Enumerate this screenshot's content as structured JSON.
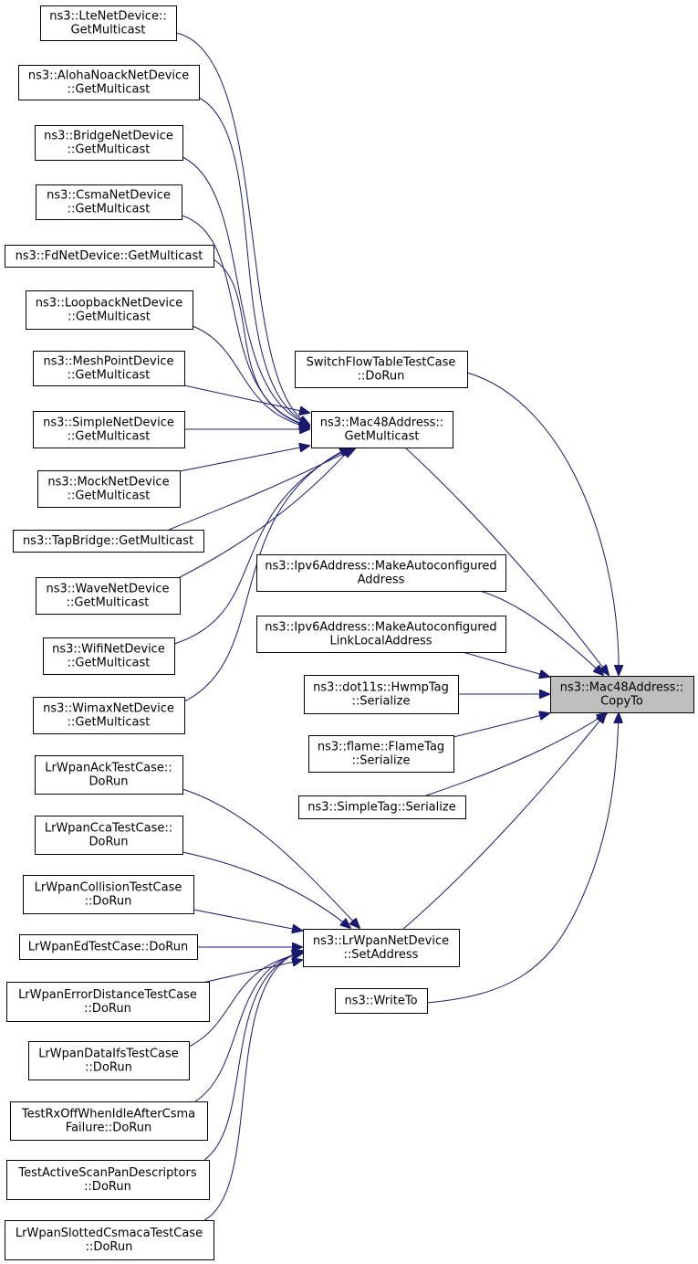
{
  "graph": {
    "focus": {
      "id": "copyto",
      "lines": [
        "ns3::Mac48Address::",
        "CopyTo"
      ]
    },
    "nodes": [
      {
        "id": "lte",
        "lines": [
          "ns3::LteNetDevice::",
          "GetMulticast"
        ]
      },
      {
        "id": "aloha",
        "lines": [
          "ns3::AlohaNoackNetDevice",
          "::GetMulticast"
        ]
      },
      {
        "id": "bridge",
        "lines": [
          "ns3::BridgeNetDevice",
          "::GetMulticast"
        ]
      },
      {
        "id": "csma",
        "lines": [
          "ns3::CsmaNetDevice",
          "::GetMulticast"
        ]
      },
      {
        "id": "fd",
        "lines": [
          "ns3::FdNetDevice::GetMulticast"
        ]
      },
      {
        "id": "loopback",
        "lines": [
          "ns3::LoopbackNetDevice",
          "::GetMulticast"
        ]
      },
      {
        "id": "meshpoint",
        "lines": [
          "ns3::MeshPointDevice",
          "::GetMulticast"
        ]
      },
      {
        "id": "simple",
        "lines": [
          "ns3::SimpleNetDevice",
          "::GetMulticast"
        ]
      },
      {
        "id": "mock",
        "lines": [
          "ns3::MockNetDevice",
          "::GetMulticast"
        ]
      },
      {
        "id": "tapbridge",
        "lines": [
          "ns3::TapBridge::GetMulticast"
        ]
      },
      {
        "id": "wave",
        "lines": [
          "ns3::WaveNetDevice",
          "::GetMulticast"
        ]
      },
      {
        "id": "wifi",
        "lines": [
          "ns3::WifiNetDevice",
          "::GetMulticast"
        ]
      },
      {
        "id": "wimax",
        "lines": [
          "ns3::WimaxNetDevice",
          "::GetMulticast"
        ]
      },
      {
        "id": "mac48getmc",
        "lines": [
          "ns3::Mac48Address::",
          "GetMulticast"
        ]
      },
      {
        "id": "switchflow",
        "lines": [
          "SwitchFlowTableTestCase",
          "::DoRun"
        ]
      },
      {
        "id": "ipv6auto",
        "lines": [
          "ns3::Ipv6Address::MakeAutoconfigured",
          "Address"
        ]
      },
      {
        "id": "ipv6linklocal",
        "lines": [
          "ns3::Ipv6Address::MakeAutoconfigured",
          "LinkLocalAddress"
        ]
      },
      {
        "id": "hwmp",
        "lines": [
          "ns3::dot11s::HwmpTag",
          "::Serialize"
        ]
      },
      {
        "id": "flame",
        "lines": [
          "ns3::flame::FlameTag",
          "::Serialize"
        ]
      },
      {
        "id": "simpletag",
        "lines": [
          "ns3::SimpleTag::Serialize"
        ]
      },
      {
        "id": "ack",
        "lines": [
          "LrWpanAckTestCase::",
          "DoRun"
        ]
      },
      {
        "id": "cca",
        "lines": [
          "LrWpanCcaTestCase::",
          "DoRun"
        ]
      },
      {
        "id": "collision",
        "lines": [
          "LrWpanCollisionTestCase",
          "::DoRun"
        ]
      },
      {
        "id": "ed",
        "lines": [
          "LrWpanEdTestCase::DoRun"
        ]
      },
      {
        "id": "errdist",
        "lines": [
          "LrWpanErrorDistanceTestCase",
          "::DoRun"
        ]
      },
      {
        "id": "ifs",
        "lines": [
          "LrWpanDataIfsTestCase",
          "::DoRun"
        ]
      },
      {
        "id": "rxoff",
        "lines": [
          "TestRxOffWhenIdleAfterCsma",
          "Failure::DoRun"
        ]
      },
      {
        "id": "activescan",
        "lines": [
          "TestActiveScanPanDescriptors",
          "::DoRun"
        ]
      },
      {
        "id": "slotted",
        "lines": [
          "LrWpanSlottedCsmacaTestCase",
          "::DoRun"
        ]
      },
      {
        "id": "setaddress",
        "lines": [
          "ns3::LrWpanNetDevice",
          "::SetAddress"
        ]
      },
      {
        "id": "writeto",
        "lines": [
          "ns3::WriteTo"
        ]
      }
    ],
    "edges": [
      [
        "lte",
        "mac48getmc"
      ],
      [
        "aloha",
        "mac48getmc"
      ],
      [
        "bridge",
        "mac48getmc"
      ],
      [
        "csma",
        "mac48getmc"
      ],
      [
        "fd",
        "mac48getmc"
      ],
      [
        "loopback",
        "mac48getmc"
      ],
      [
        "meshpoint",
        "mac48getmc"
      ],
      [
        "simple",
        "mac48getmc"
      ],
      [
        "mock",
        "mac48getmc"
      ],
      [
        "tapbridge",
        "mac48getmc"
      ],
      [
        "wave",
        "mac48getmc"
      ],
      [
        "wifi",
        "mac48getmc"
      ],
      [
        "wimax",
        "mac48getmc"
      ],
      [
        "mac48getmc",
        "copyto"
      ],
      [
        "switchflow",
        "copyto"
      ],
      [
        "ipv6auto",
        "copyto"
      ],
      [
        "ipv6linklocal",
        "copyto"
      ],
      [
        "hwmp",
        "copyto"
      ],
      [
        "flame",
        "copyto"
      ],
      [
        "simpletag",
        "copyto"
      ],
      [
        "setaddress",
        "copyto"
      ],
      [
        "writeto",
        "copyto"
      ],
      [
        "ack",
        "setaddress"
      ],
      [
        "cca",
        "setaddress"
      ],
      [
        "collision",
        "setaddress"
      ],
      [
        "ed",
        "setaddress"
      ],
      [
        "errdist",
        "setaddress"
      ],
      [
        "ifs",
        "setaddress"
      ],
      [
        "rxoff",
        "setaddress"
      ],
      [
        "activescan",
        "setaddress"
      ],
      [
        "slotted",
        "setaddress"
      ]
    ],
    "colors": {
      "edge": "#191970",
      "focus_fill": "#bfbfbf",
      "node_fill": "#ffffff",
      "border": "#000000"
    }
  }
}
